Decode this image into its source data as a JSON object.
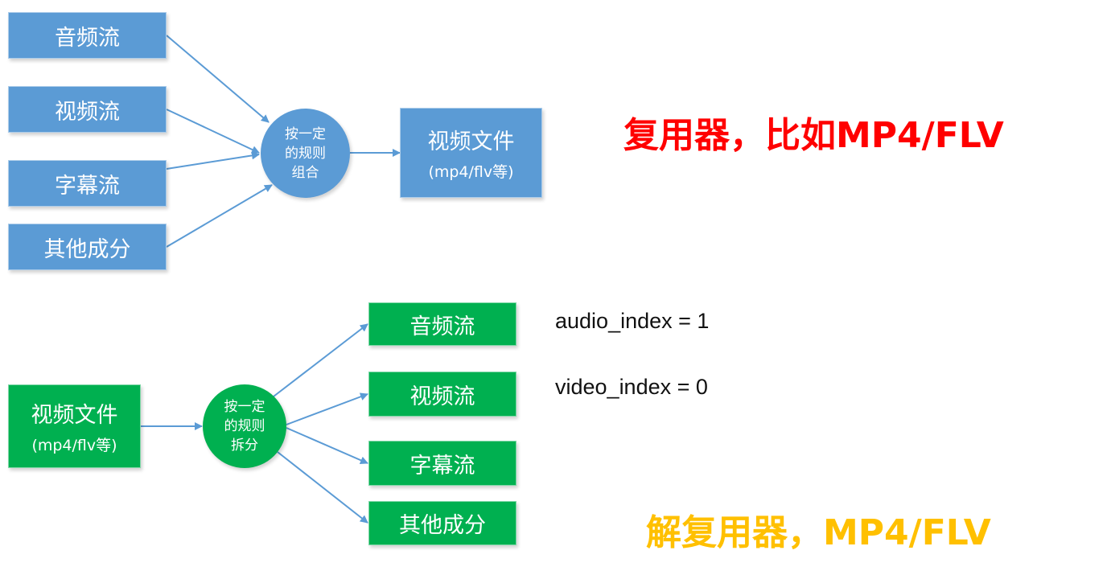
{
  "mux": {
    "inputs": [
      "音频流",
      "视频流",
      "字幕流",
      "其他成分"
    ],
    "process": [
      "按一定",
      "的规则",
      "组合"
    ],
    "output": {
      "label": "视频文件",
      "sub": "(mp4/flv等)"
    },
    "title": "复用器，比如MP4/FLV",
    "title_color": "#ff0000",
    "box_color": "#5b9bd5"
  },
  "demux": {
    "input": {
      "label": "视频文件",
      "sub": "(mp4/flv等)"
    },
    "process": [
      "按一定",
      "的规则",
      "拆分"
    ],
    "outputs": [
      "音频流",
      "视频流",
      "字幕流",
      "其他成分"
    ],
    "title": "解复用器，MP4/FLV",
    "title_color": "#ffc000",
    "box_color": "#00b050"
  },
  "notes": [
    "audio_index = 1",
    "video_index = 0"
  ]
}
